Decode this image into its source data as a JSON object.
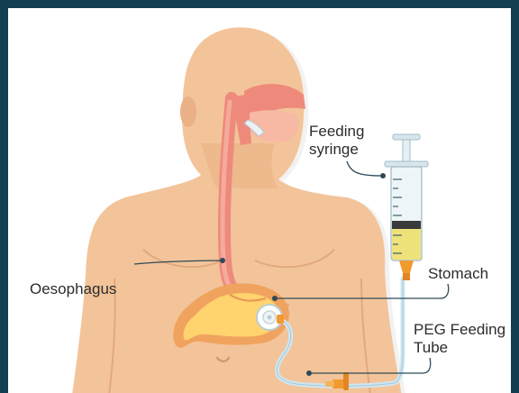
{
  "labels": {
    "feeding_syringe": [
      "Feeding",
      "syringe"
    ],
    "oesophagus": "Oesophagus",
    "stomach": "Stomach",
    "peg_feeding_tube": [
      "PEG Feeding",
      "Tube"
    ]
  },
  "colors": {
    "frame": "#123f4f",
    "skin": "#f3c49a",
    "skin_shadow": "#e9b386",
    "oesophagus": "#ee8a7c",
    "stomach_body": "#f0a35e",
    "stomach_lining": "#ffd36e",
    "syringe_fluid": "#eee27a",
    "connector": "#f29a2e",
    "tube": "#cfe7f2"
  }
}
